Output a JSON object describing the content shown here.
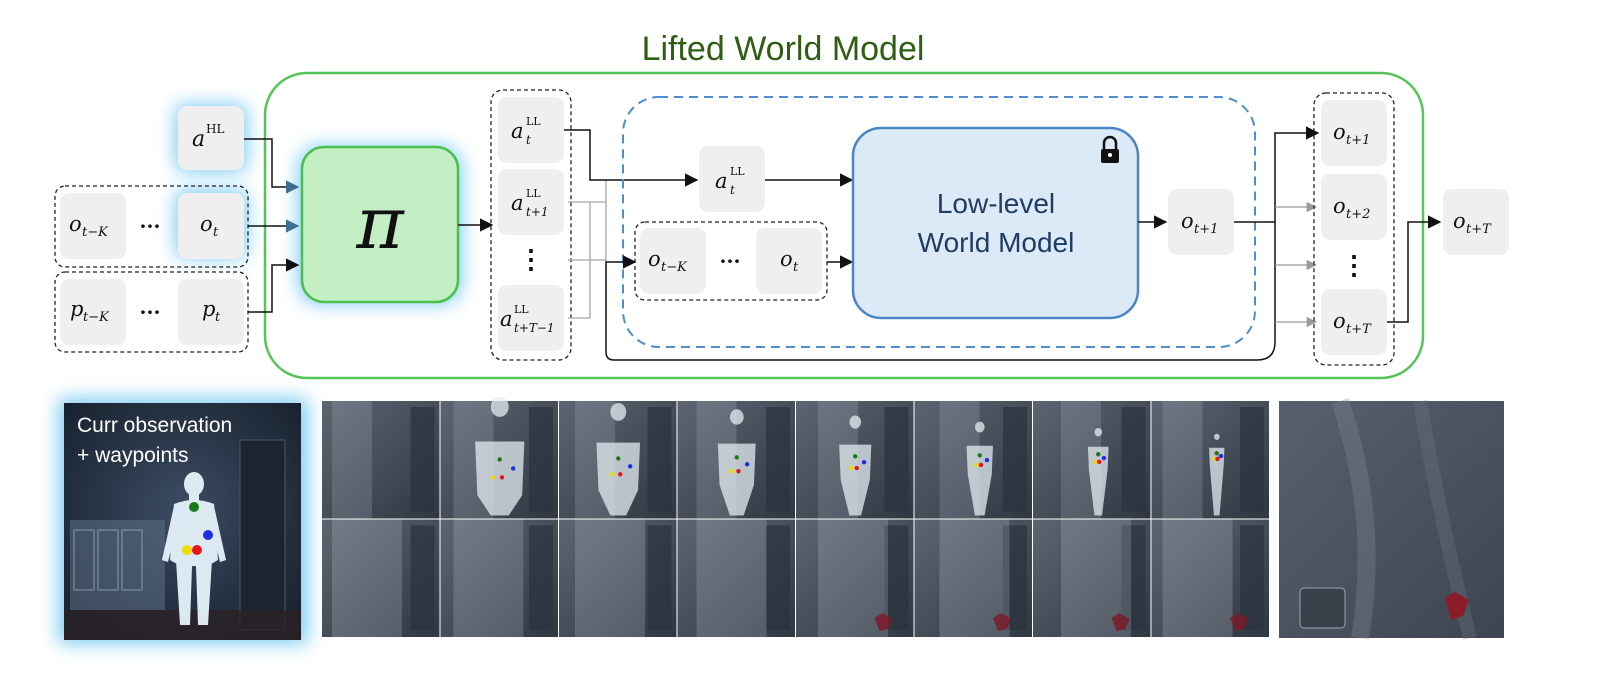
{
  "title": "Lifted World Model",
  "policy": {
    "symbol": "π"
  },
  "low_level_model": {
    "line1": "Low-level",
    "line2": "World Model"
  },
  "inputs": {
    "high_level_action": {
      "base": "a",
      "sup": "HL"
    },
    "observations": [
      {
        "base": "o",
        "sub": "t−K"
      },
      {
        "base": "o",
        "sub": "t"
      }
    ],
    "poses": [
      {
        "base": "p",
        "sub": "t−K"
      },
      {
        "base": "p",
        "sub": "t"
      }
    ],
    "ellipsis": "···"
  },
  "low_level_actions": [
    {
      "base": "a",
      "sup": "LL",
      "sub": "t"
    },
    {
      "base": "a",
      "sup": "LL",
      "sub": "t+1"
    },
    {
      "base": "a",
      "sup": "LL",
      "sub": "t+T−1"
    }
  ],
  "wm_input_action": {
    "base": "a",
    "sup": "LL",
    "sub": "t"
  },
  "wm_input_observations": [
    {
      "base": "o",
      "sub": "t−K"
    },
    {
      "base": "o",
      "sub": "t"
    }
  ],
  "wm_output": {
    "base": "o",
    "sub": "t+1"
  },
  "predicted_observations": [
    {
      "base": "o",
      "sub": "t+1"
    },
    {
      "base": "o",
      "sub": "t+2"
    },
    {
      "base": "o",
      "sub": "t+T"
    }
  ],
  "final_output": {
    "base": "o",
    "sub": "t+T"
  },
  "vertical_ellipsis": "⋮",
  "current_observation_caption": {
    "line1": "Curr observation",
    "line2": "+ waypoints"
  },
  "waypoint_colors": [
    "#1a7a1a",
    "#1f2ee0",
    "#f0d800",
    "#e01818"
  ],
  "icons": {
    "lock": "lock-icon"
  },
  "colors": {
    "lifted_border": "#55c557",
    "policy_fill": "#c4efc4",
    "policy_border": "#4cbf4c",
    "glow": "#6fc8f0",
    "wm_fill": "#dce9f6",
    "wm_border": "#4a86c4",
    "dashed_blue": "#4a8fd0",
    "token_fill": "#efefef"
  }
}
